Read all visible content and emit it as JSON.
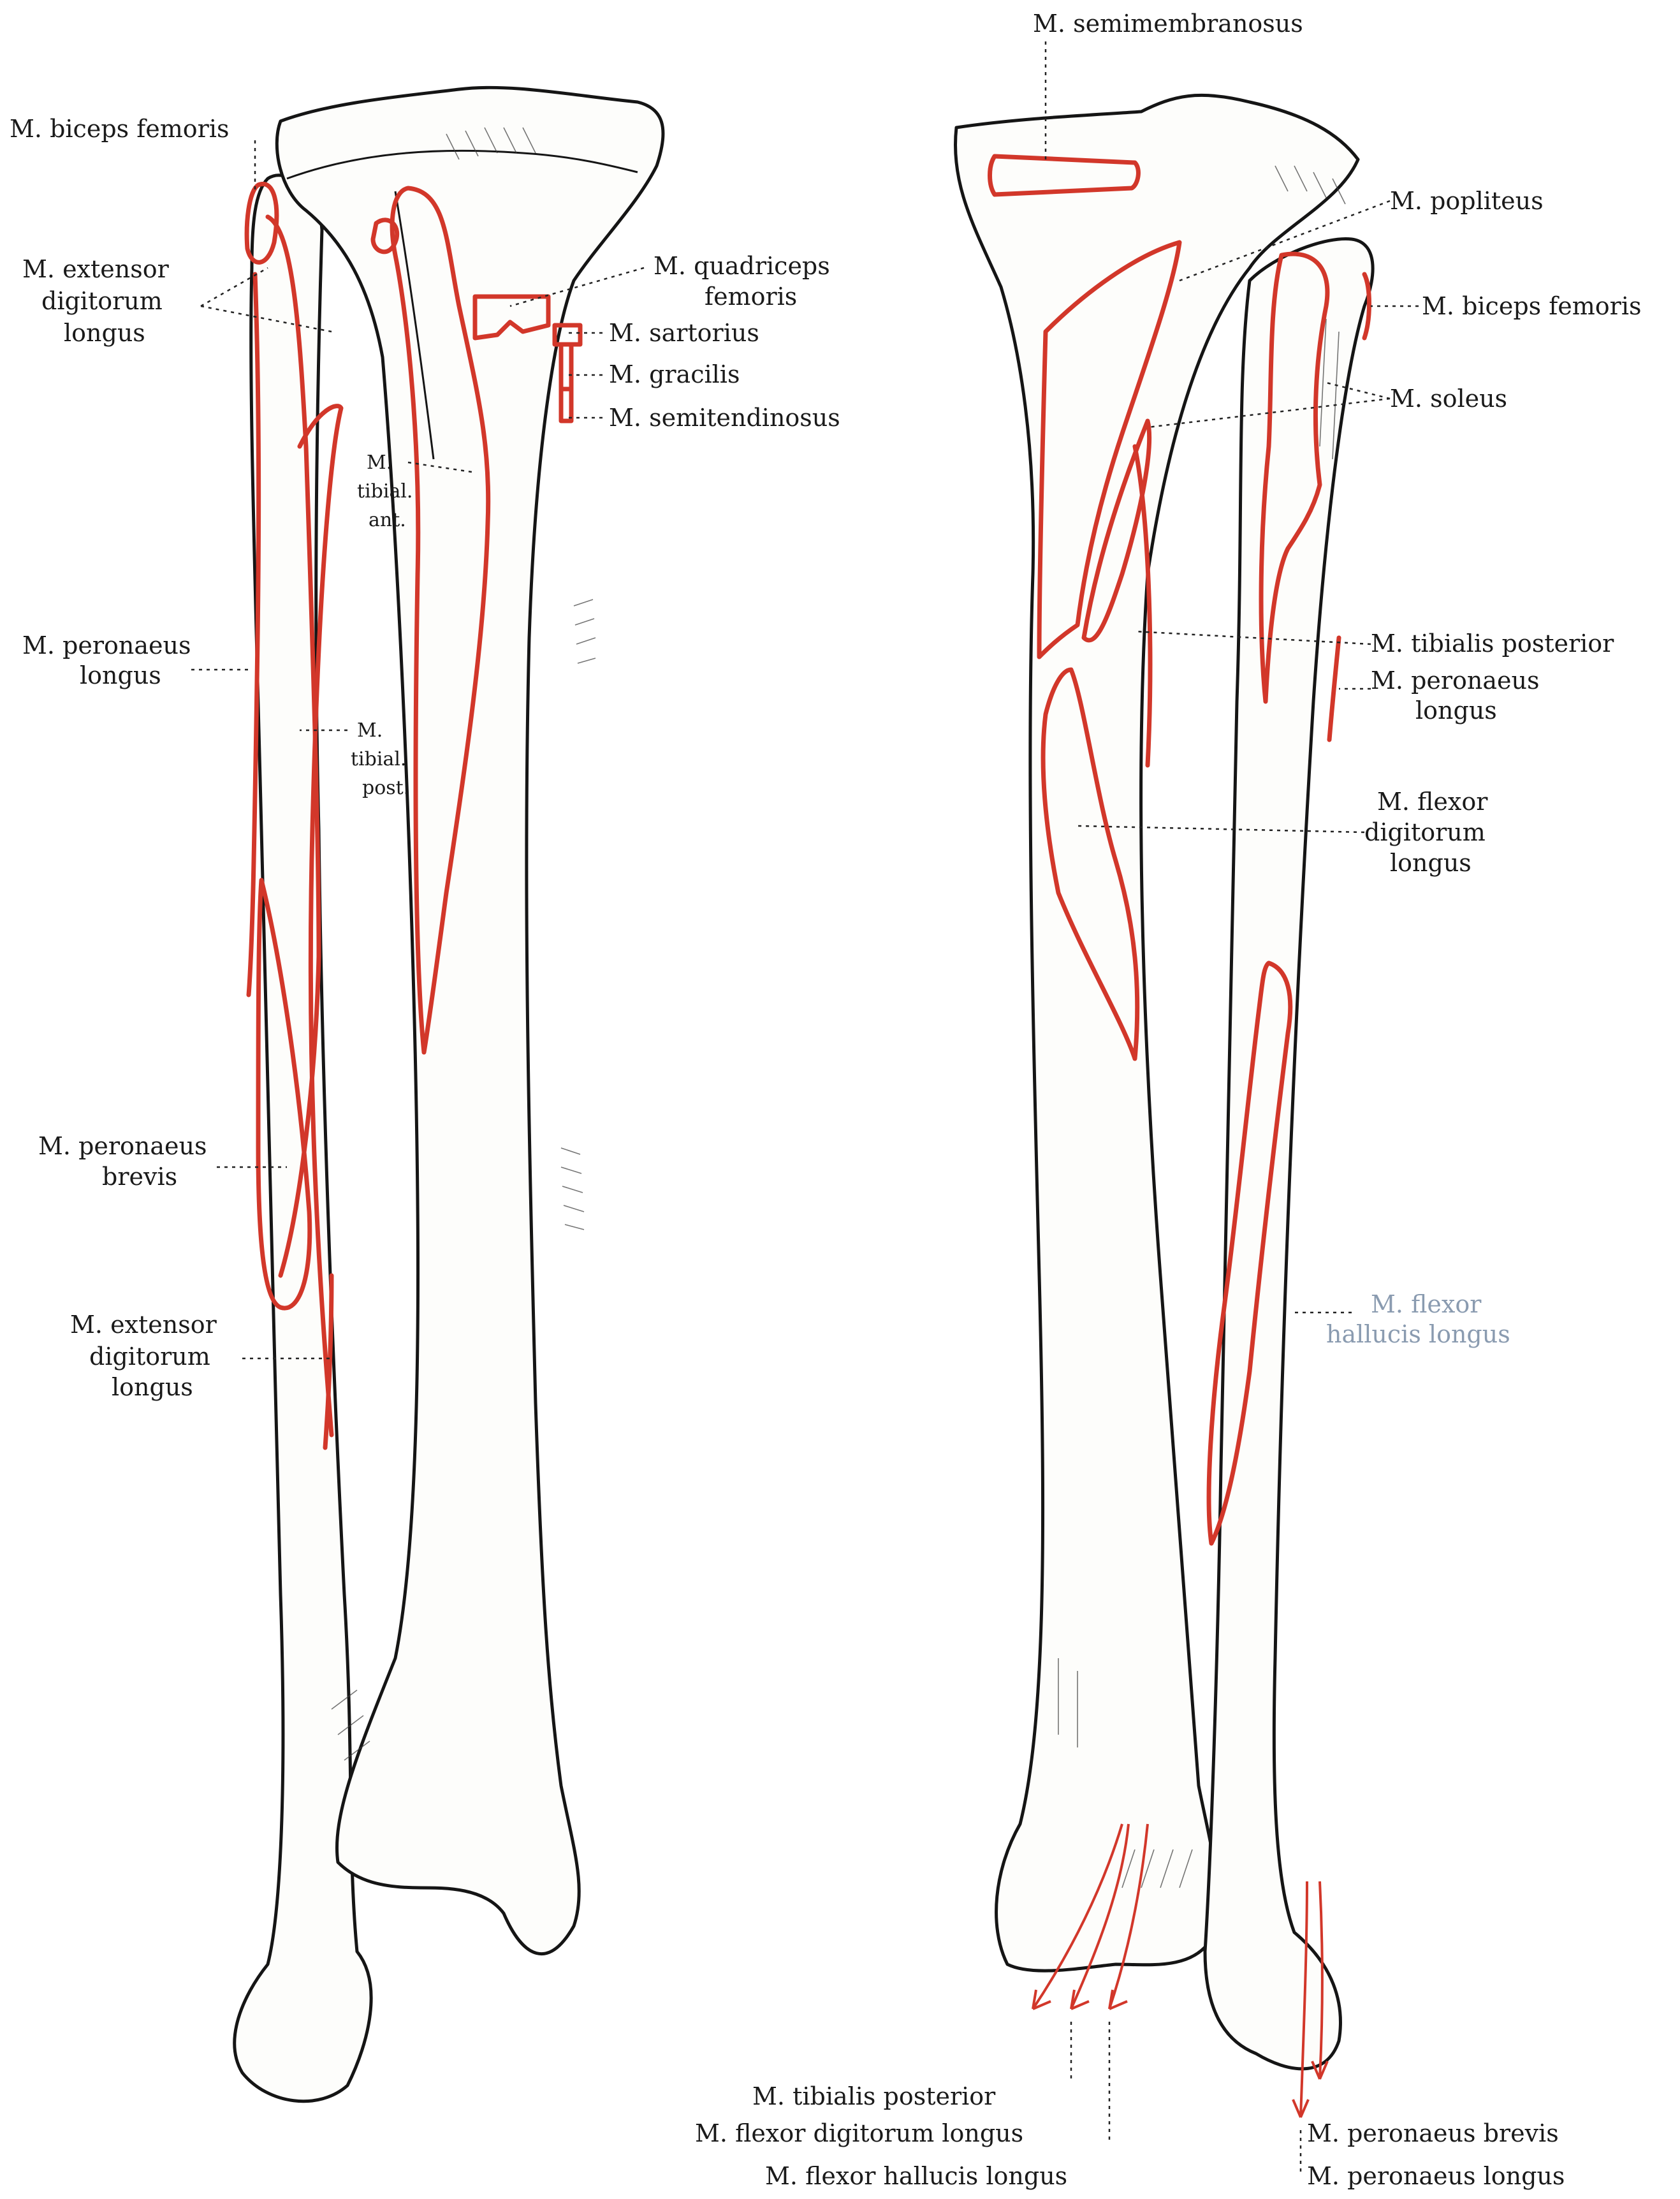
{
  "labels": {
    "left": {
      "biceps_femoris": "M. biceps femoris",
      "ext_dig_longus_top_1": "M. extensor",
      "ext_dig_longus_top_2": "digitorum",
      "ext_dig_longus_top_3": "longus",
      "quadriceps_1": "M. quadriceps",
      "quadriceps_2": "femoris",
      "sartorius": "M. sartorius",
      "gracilis": "M. gracilis",
      "semitendinosus": "M. semitendinosus",
      "tib_ant_1": "M.",
      "tib_ant_2": "tibial.",
      "tib_ant_3": "ant.",
      "peronaeus_longus_1": "M. peronaeus",
      "peronaeus_longus_2": "longus",
      "tib_post_1": "M.",
      "tib_post_2": "tibial.",
      "tib_post_3": "post.",
      "peronaeus_brevis_1": "M. peronaeus",
      "peronaeus_brevis_2": "brevis",
      "ext_dig_longus_bot_1": "M. extensor",
      "ext_dig_longus_bot_2": "digitorum",
      "ext_dig_longus_bot_3": "longus"
    },
    "right": {
      "semimembranosus": "M. semimembranosus",
      "popliteus": "M. popliteus",
      "biceps_femoris": "M. biceps femoris",
      "soleus": "M. soleus",
      "tibialis_posterior": "M. tibialis posterior",
      "peronaeus_longus_1": "M. peronaeus",
      "peronaeus_longus_2": "longus",
      "flex_dig_longus_1": "M. flexor",
      "flex_dig_longus_2": "digitorum",
      "flex_dig_longus_3": "longus",
      "flex_hall_longus_1": "M. flexor",
      "flex_hall_longus_2": "hallucis longus",
      "bottom_tibialis_posterior": "M. tibialis posterior",
      "bottom_flex_dig_longus": "M. flexor digitorum longus",
      "bottom_flex_hall_longus": "M. flexor hallucis longus",
      "bottom_peronaeus_brevis": "M. peronaeus brevis",
      "bottom_peronaeus_longus": "M. peronaeus longus"
    }
  },
  "colors": {
    "muscle_attachment": "#d2372a",
    "bone_outline": "#151515",
    "background": "#ffffff"
  }
}
